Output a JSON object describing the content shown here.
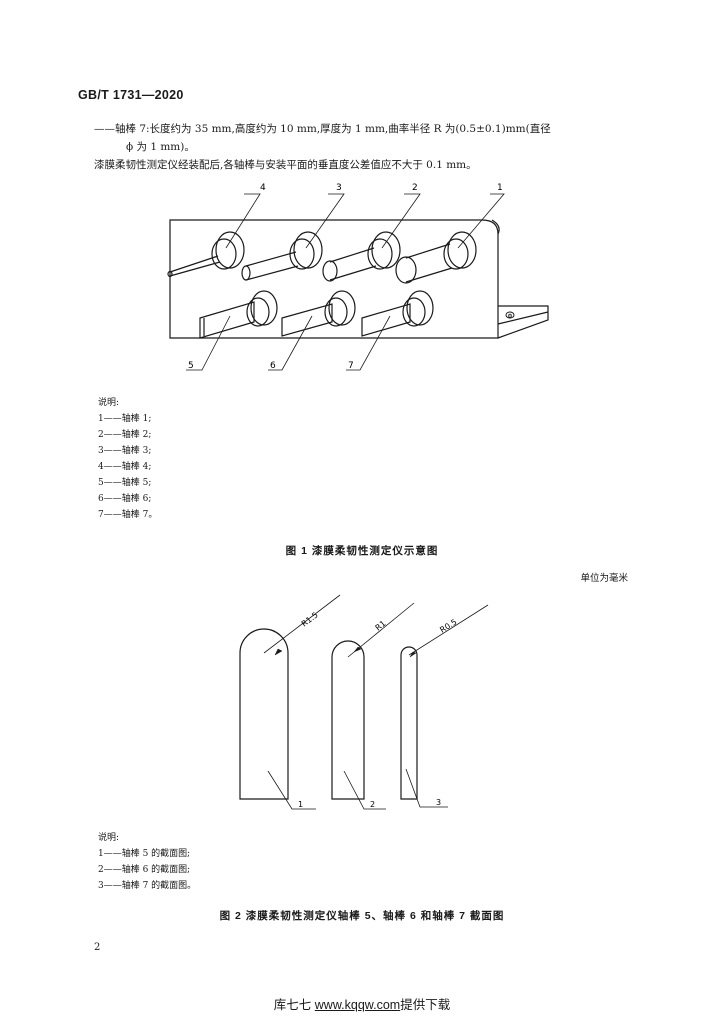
{
  "header": {
    "standard_code": "GB/T  1731—2020"
  },
  "body_text": {
    "rod7_line1": "——轴棒 7:长度约为 35 mm,高度约为 10 mm,厚度为 1 mm,曲率半径 R 为(0.5±0.1)mm(直径",
    "rod7_line2": "ϕ 为 1 mm)。",
    "tolerance_line": "漆膜柔韧性测定仪经装配后,各轴棒与安装平面的垂直度公差值应不大于 0.1 mm。"
  },
  "figure1": {
    "callouts": [
      "4",
      "3",
      "2",
      "1",
      "5",
      "6",
      "7"
    ],
    "phi_symbol": "Φ",
    "legend_title": "说明:",
    "legend_items": [
      "1——轴棒 1;",
      "2——轴棒 2;",
      "3——轴棒 3;",
      "4——轴棒 4;",
      "5——轴棒 5;",
      "6——轴棒 6;",
      "7——轴棒 7。"
    ],
    "caption": "图 1  漆膜柔韧性测定仪示意图"
  },
  "figure2": {
    "unit_note": "单位为毫米",
    "dims": [
      "R1.5",
      "R1",
      "R0.5"
    ],
    "callouts": [
      "1",
      "2",
      "3"
    ],
    "legend_title": "说明:",
    "legend_items": [
      "1——轴棒 5 的截面图;",
      "2——轴棒 6 的截面图;",
      "3——轴棒 7 的截面图。"
    ],
    "caption": "图 2  漆膜柔韧性测定仪轴棒 5、轴棒 6 和轴棒 7 截面图"
  },
  "page_number": "2",
  "footer": {
    "site_name": "库七七",
    "url": "www.kqqw.com",
    "suffix": "提供下载"
  }
}
